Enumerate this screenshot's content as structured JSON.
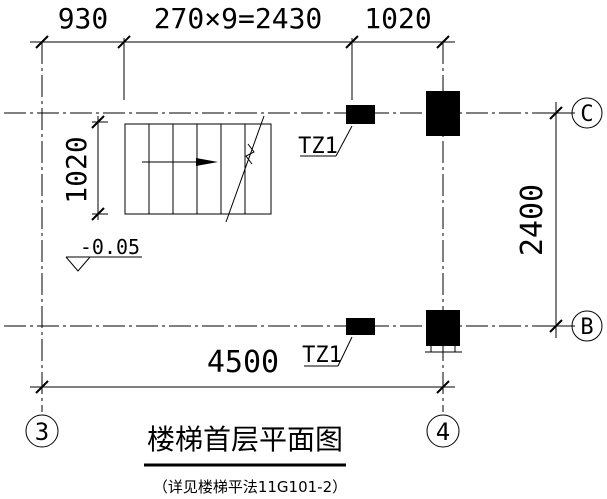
{
  "dimensions": {
    "top_left": "930",
    "top_middle": "270×9=2430",
    "top_right": "1020",
    "left_vertical": "1020",
    "right_vertical": "2400",
    "bottom": "4500"
  },
  "labels": {
    "column_tag_upper": "TZ1",
    "column_tag_lower": "TZ1",
    "level_mark": "-0.05"
  },
  "axes": {
    "c": "C",
    "b": "B",
    "axis3": "3",
    "axis4": "4"
  },
  "title": {
    "main": "楼梯首层平面图",
    "note": "（详见楼梯平法11G101-2）"
  }
}
